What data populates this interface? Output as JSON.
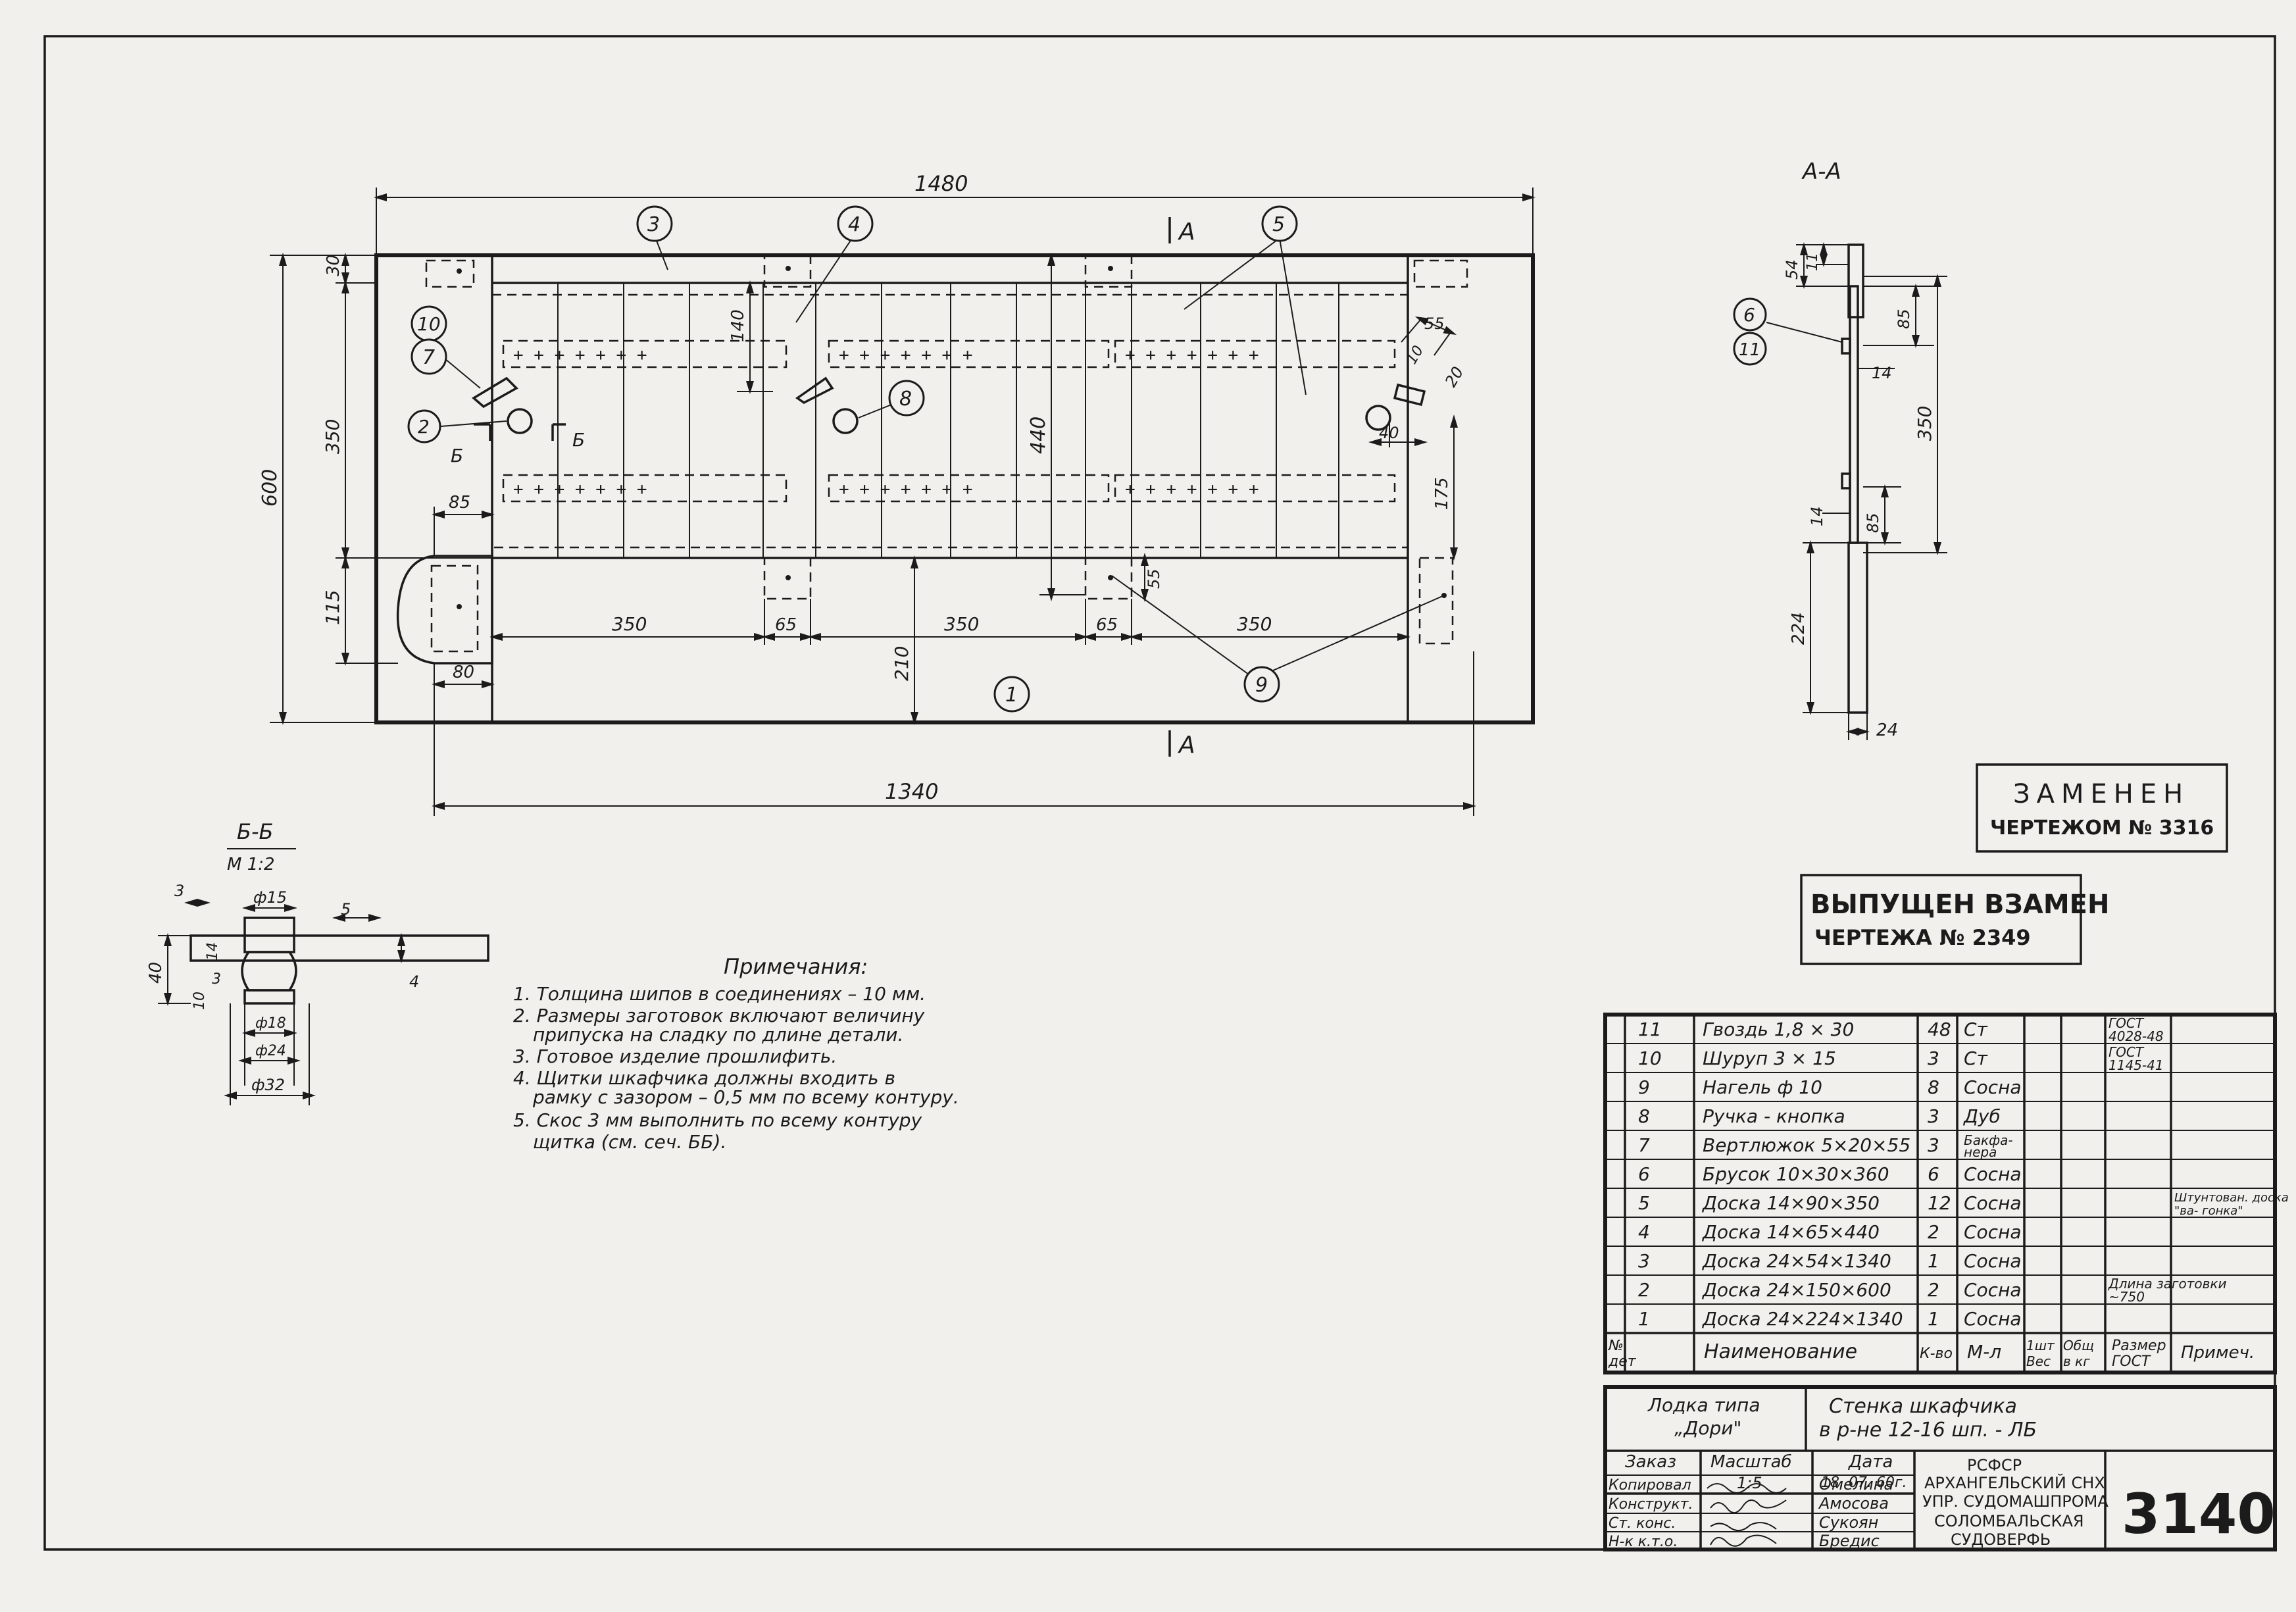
{
  "drawing": {
    "main_view": {
      "dims": {
        "overall_length": "1480",
        "bottom_length": "1340",
        "height_total": "600",
        "height_frame": "350",
        "top_rail": "30",
        "bottom_rail": "115",
        "left_block": "85",
        "left_block_bottom": "80",
        "slat_depth": "140",
        "panel_height": "440",
        "lower_rail": "210",
        "bay_1": "350",
        "gap_1": "65",
        "bay_2": "350",
        "gap_2": "65",
        "bay_3": "350",
        "latch_55a": "55",
        "latch_10": "10",
        "latch_20": "20",
        "latch_40": "40",
        "right_175": "175",
        "dowel_55": "55"
      },
      "section_marks": {
        "a_top": "A",
        "a_bottom": "A",
        "b_left": "Б",
        "b_right": "Б"
      },
      "balloons": [
        "1",
        "2",
        "3",
        "4",
        "5",
        "7",
        "8",
        "9",
        "10"
      ]
    },
    "section_aa": {
      "title": "А-А",
      "dims": {
        "top_54": "54",
        "top_11": "11",
        "d85_top": "85",
        "d14_a": "14",
        "d350": "350",
        "d14_b": "14",
        "d85_bottom": "85",
        "d224": "224",
        "d24": "24"
      },
      "balloons": [
        "6",
        "11"
      ]
    },
    "section_bb": {
      "title": "Б-Б",
      "scale": "М 1:2",
      "dims": {
        "d3": "3",
        "d15": "ф15",
        "d5": "5",
        "d40": "40",
        "d14": "14",
        "d10": "10",
        "d3b": "3",
        "d4": "4",
        "d18": "ф18",
        "d24": "ф24",
        "d32": "ф32"
      }
    }
  },
  "stamps": {
    "replaced_title": "ЗАМЕНЕН",
    "replaced_sub": "ЧЕРТЕЖОМ № 3316",
    "issued_title": "ВЫПУЩЕН ВЗАМЕН",
    "issued_sub": "ЧЕРТЕЖА № 2349"
  },
  "notes": {
    "heading": "Примечания:",
    "items": [
      "1. Толщина шипов в соединениях – 10 мм.",
      "2. Размеры заготовок включают величину",
      "припуска на сладку по длине детали.",
      "3. Готовое изделие прошлифить.",
      "4. Щитки шкафчика должны входить в",
      "рамку с зазором – 0,5 мм по всему контуру.",
      "5. Скос 3 мм выполнить по всему контуру",
      "щитка (см. сеч. ББ)."
    ]
  },
  "bom": {
    "header": {
      "num": "№ дет",
      "name": "Наименование",
      "qty": "К-во",
      "material": "М-л",
      "unit_weight": "1шт Вес",
      "total_weight": "Общ в кг",
      "size_gost": "Размер ГОСТ",
      "note": "Примеч."
    },
    "rows": [
      {
        "num": "11",
        "name": "Гвоздь 1,8 × 30",
        "qty": "48",
        "material": "Ст",
        "gost": "ГОСТ 4028-48",
        "note": ""
      },
      {
        "num": "10",
        "name": "Шуруп 3 × 15",
        "qty": "3",
        "material": "Ст",
        "gost": "ГОСТ 1145-41",
        "note": ""
      },
      {
        "num": "9",
        "name": "Нагель ф 10",
        "qty": "8",
        "material": "Сосна",
        "gost": "",
        "note": ""
      },
      {
        "num": "8",
        "name": "Ручка - кнопка",
        "qty": "3",
        "material": "Дуб",
        "gost": "",
        "note": ""
      },
      {
        "num": "7",
        "name": "Вертлюжок 5×20×55",
        "qty": "3",
        "material": "Бакфа- нера",
        "gost": "",
        "note": ""
      },
      {
        "num": "6",
        "name": "Брусок 10×30×360",
        "qty": "6",
        "material": "Сосна",
        "gost": "",
        "note": ""
      },
      {
        "num": "5",
        "name": "Доска 14×90×350",
        "qty": "12",
        "material": "Сосна",
        "gost": "",
        "note": "Штунтован. доска \"ва- гонка\""
      },
      {
        "num": "4",
        "name": "Доска 14×65×440",
        "qty": "2",
        "material": "Сосна",
        "gost": "",
        "note": ""
      },
      {
        "num": "3",
        "name": "Доска 24×54×1340",
        "qty": "1",
        "material": "Сосна",
        "gost": "",
        "note": ""
      },
      {
        "num": "2",
        "name": "Доска 24×150×600",
        "qty": "2",
        "material": "Сосна",
        "gost": "Длина заготовки ~750",
        "note": ""
      },
      {
        "num": "1",
        "name": "Доска 24×224×1340",
        "qty": "1",
        "material": "Сосна",
        "gost": "",
        "note": ""
      }
    ]
  },
  "title_block": {
    "boat_1": "Лодка типа",
    "boat_2": "„Дори\"",
    "part_1": "Стенка шкафчика",
    "part_2": "в р-не 12-16 шп. - ЛБ",
    "order_label": "Заказ",
    "scale_label": "Масштаб",
    "scale_value": "1:5",
    "date_label": "Дата",
    "date_value": "18. 07. 60г.",
    "org_1": "РСФСР",
    "org_2": "АРХАНГЕЛЬСКИЙ СНХ",
    "org_3": "УПР. СУДОМАШПРОМА",
    "org_4": "СОЛОМБАЛЬСКАЯ",
    "org_5": "СУДОВЕРФЬ",
    "drawing_number": "3140",
    "roles": [
      {
        "role": "Копировал",
        "name": "Омелина"
      },
      {
        "role": "Конструкт.",
        "name": "Амосова"
      },
      {
        "role": "Ст. конс.",
        "name": "Сукоян"
      },
      {
        "role": "Н-к к.т.о.",
        "name": "Бредис"
      }
    ]
  }
}
